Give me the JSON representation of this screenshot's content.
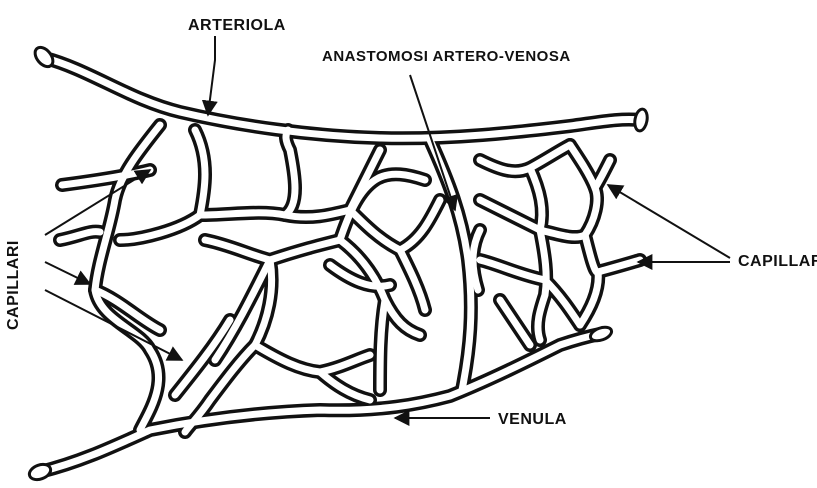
{
  "labels": {
    "arteriola": "ARTERIOLA",
    "anastomosi": "ANASTOMOSI ARTERO-VENOSA",
    "capillari_left": "CAPILLARI",
    "capillari_right": "CAPILLARI",
    "venula": "VENULA"
  }
}
